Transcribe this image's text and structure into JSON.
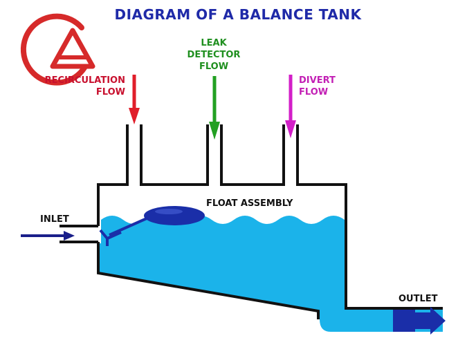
{
  "title": "DIAGRAM OF A BALANCE TANK",
  "labels": {
    "recirculation_line1": "RECIRCULATION",
    "recirculation_line2": "FLOW",
    "leak_line1": "LEAK",
    "leak_line2": "DETECTOR",
    "leak_line3": "FLOW",
    "divert_line1": "DIVERT",
    "divert_line2": "FLOW",
    "float_assembly": "FLOAT ASSEMBLY",
    "inlet": "INLET",
    "outlet": "OUTLET"
  },
  "colors": {
    "title": "#1f2aa8",
    "recirculation": "#e01e2a",
    "leak_detector": "#22a022",
    "divert": "#d31fc8",
    "water": "#1bb3ea",
    "float": "#1a2ea8",
    "flow_arrow": "#1a1f8a",
    "logo": "#d62a2a"
  },
  "icons": {
    "logo": "circle-triangle-logo"
  }
}
